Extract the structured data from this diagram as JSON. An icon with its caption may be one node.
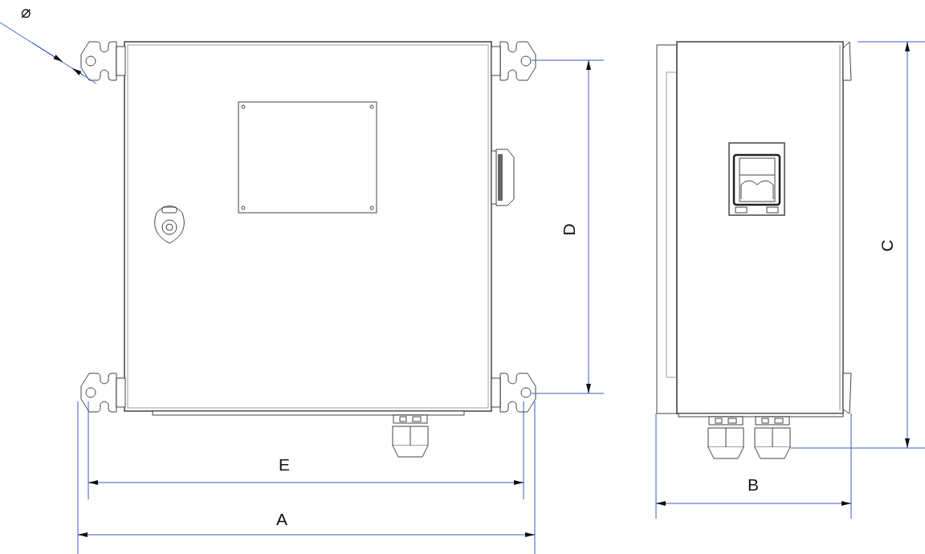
{
  "diagram": {
    "labels": [
      "⌀",
      "D",
      "C",
      "E",
      "B",
      "A"
    ]
  }
}
